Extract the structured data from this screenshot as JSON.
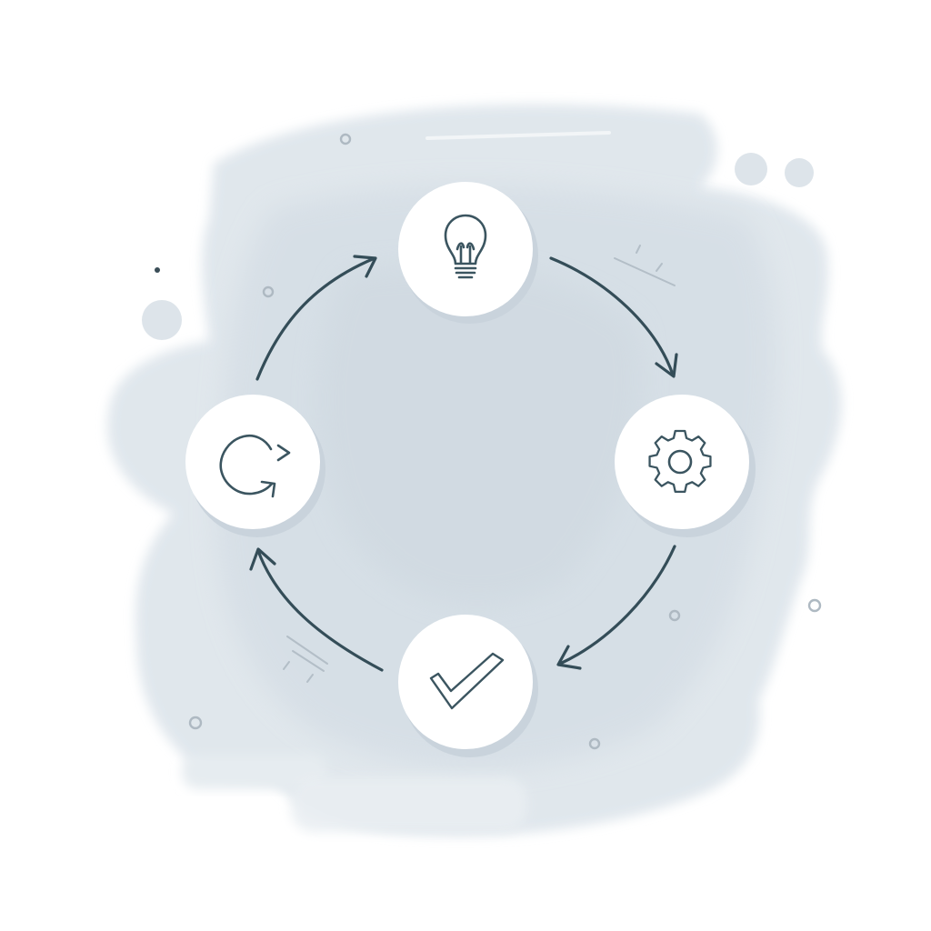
{
  "diagram": {
    "type": "cycle",
    "nodes": [
      {
        "id": "idea",
        "icon": "lightbulb-icon"
      },
      {
        "id": "build",
        "icon": "gear-icon"
      },
      {
        "id": "verify",
        "icon": "checkmark-icon"
      },
      {
        "id": "repeat",
        "icon": "refresh-icon"
      }
    ],
    "connections": [
      {
        "from": "idea",
        "to": "build"
      },
      {
        "from": "build",
        "to": "verify"
      },
      {
        "from": "verify",
        "to": "repeat"
      },
      {
        "from": "repeat",
        "to": "idea"
      }
    ],
    "direction": "clockwise"
  },
  "colors": {
    "background": "#ffffff",
    "wash": "#d9e1e8",
    "node_fill": "#ffffff",
    "node_shadow": "#c9d3dc",
    "stroke": "#344d58"
  }
}
